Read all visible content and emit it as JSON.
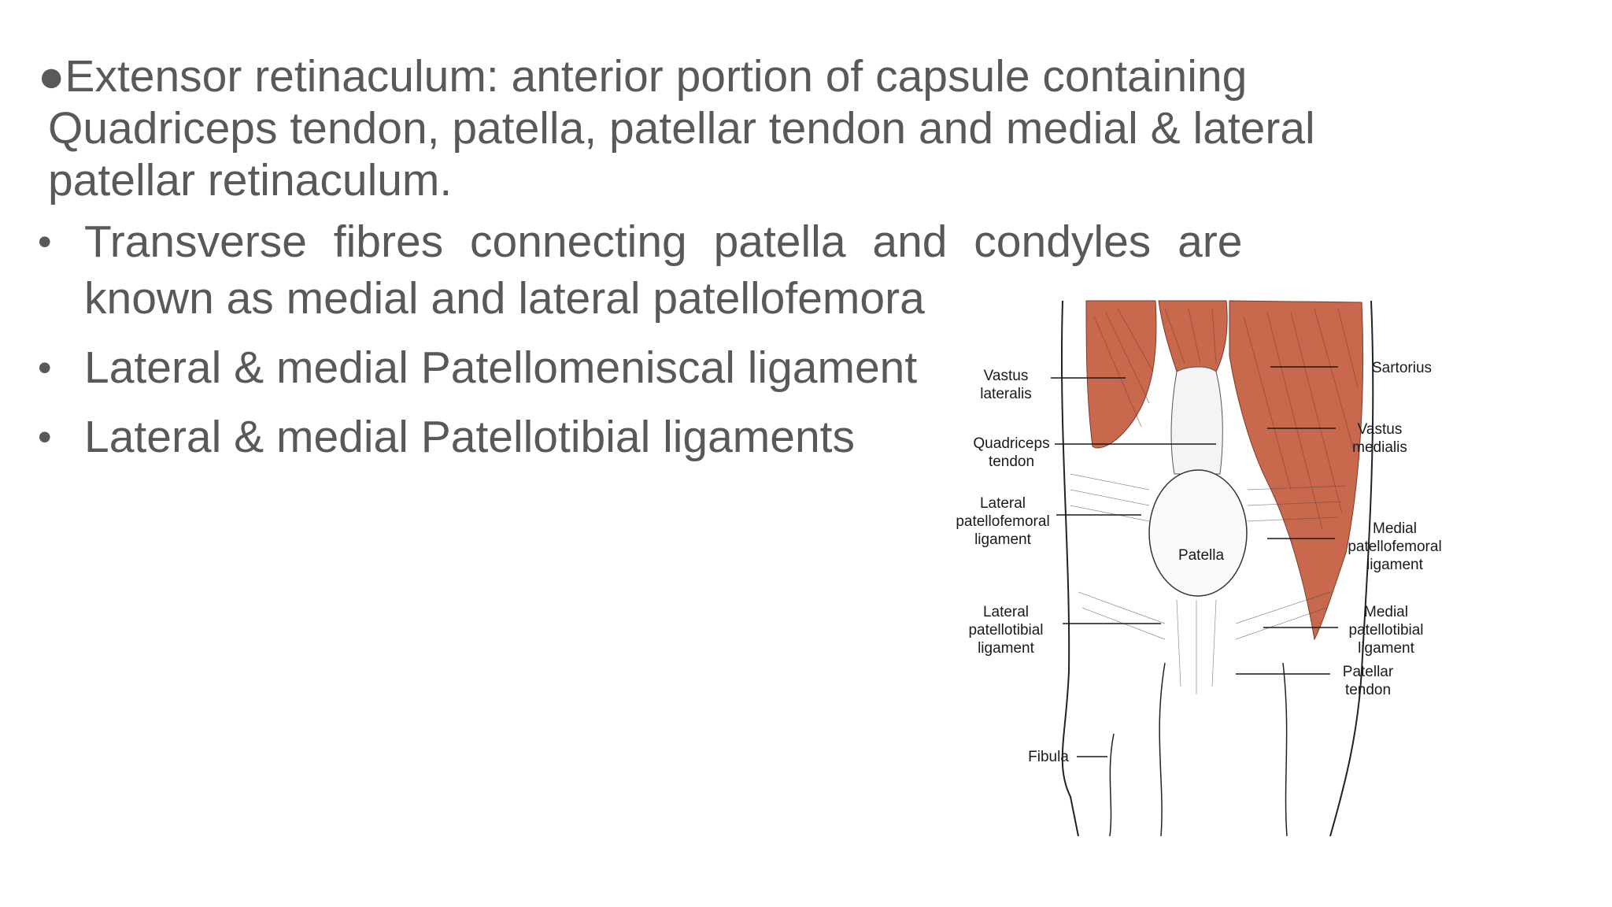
{
  "slide": {
    "paragraph1": {
      "line1": "●Extensor retinaculum: anterior portion of capsule containing",
      "line2": "Quadriceps tendon, patella, patellar tendon and medial & lateral",
      "line3": "patellar  retinaculum."
    },
    "bullet_char": "•",
    "bullets": [
      {
        "line1": "Transverse      fibres   connecting  patella and  condyles are",
        "line2": "known as medial and lateral patellofemora"
      },
      {
        "line1": "Lateral & medial Patellomeniscal ligament"
      },
      {
        "line1": "Lateral & medial Patellotibial ligaments"
      }
    ]
  },
  "figure": {
    "muscle_color": "#c8694e",
    "labels": {
      "vastus_lateralis": "Vastus\nlateralis",
      "quadriceps_tendon": "Quadriceps\ntendon",
      "lateral_pf": "Lateral\npatellofemoral\nligament",
      "lateral_pt": "Lateral\npatellotibial\nligament",
      "fibula": "Fibula",
      "sartorius": "Sartorius",
      "vastus_medialis": "Vastus\nmedialis",
      "patella": "Patella",
      "medial_pf": "Medial\npatellofemoral\nligament",
      "medial_pt": "Medial\npatellotibial\nligament",
      "patellar_tendon": "Patellar\ntendon"
    }
  }
}
